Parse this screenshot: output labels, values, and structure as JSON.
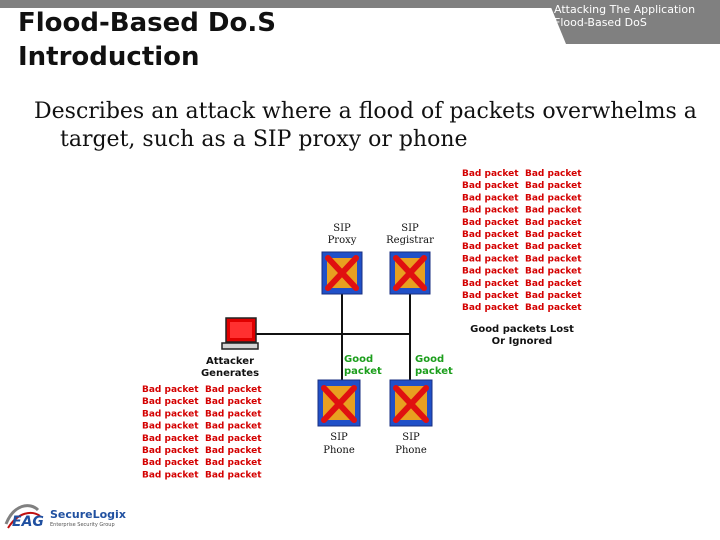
{
  "colors": {
    "accent_gray": "#808080",
    "bad_packet_red": "#d40000",
    "good_packet_green": "#1c9e1c",
    "x_mark_red": "#e01010",
    "device_blue": "#2050c8"
  },
  "header": {
    "tab_line1": "Attacking The Application",
    "tab_line2": "Flood-Based DoS"
  },
  "title": {
    "line1": "Flood-Based Do.S",
    "line2": "Introduction"
  },
  "body": {
    "line1": "Describes an attack where a flood of packets overwhelms a",
    "line2": "target, such as a SIP proxy or phone"
  },
  "diagram": {
    "bad_packet_label": "Bad packet",
    "good_packet_line1": "Good",
    "good_packet_line2": "packet",
    "proxy_line1": "SIP",
    "proxy_line2": "Proxy",
    "registrar_line1": "SIP",
    "registrar_line2": "Registrar",
    "phone_line1": "SIP",
    "phone_line2": "Phone",
    "attacker_line1": "Attacker",
    "attacker_line2": "Generates",
    "lost_line1": "Good packets Lost",
    "lost_line2": "Or Ignored",
    "icons": [
      "computer-icon",
      "server-icon",
      "phone-icon",
      "x-mark-icon"
    ]
  },
  "footer": {
    "logo_eag": "EAG",
    "logo_brand": "SecureLogix",
    "logo_tagline": "Enterprise Security Group"
  }
}
